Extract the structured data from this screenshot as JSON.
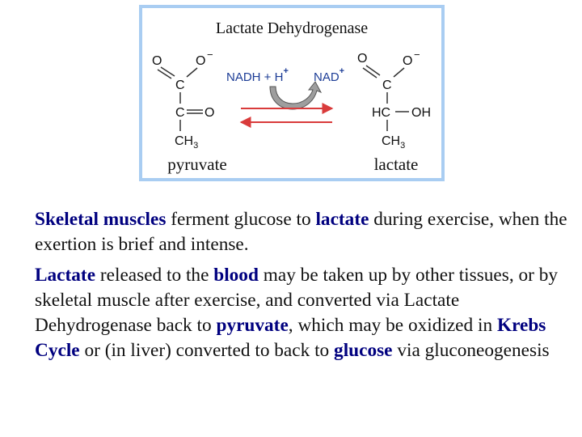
{
  "figure": {
    "title": "Lactate Dehydrogenase",
    "colors": {
      "border": "#a9cdf2",
      "label_blue": "#1c3c96",
      "forward_arrow": "#d93b3b",
      "reverse_arrow": "#d93b3b",
      "curved_arrow": "#8c8c8c"
    },
    "pyruvate": {
      "name": "pyruvate",
      "carboxyl_o1": "O",
      "carboxyl_o2": "O",
      "carboxyl_charge": "−",
      "c1": "C",
      "c2": "C",
      "ketone_o": "O",
      "ch3": "CH",
      "ch3_sub": "3"
    },
    "lactate": {
      "name": "lactate",
      "carboxyl_o1": "O",
      "carboxyl_o2": "O",
      "carboxyl_charge": "−",
      "c1": "C",
      "hc": "HC",
      "oh": "OH",
      "ch3": "CH",
      "ch3_sub": "3"
    },
    "cofactors": {
      "nadh": "NADH + H",
      "nadh_sup": "+",
      "nad": "NAD",
      "nad_sup": "+"
    }
  },
  "paragraphs": [
    [
      {
        "text": "Skeletal muscles",
        "highlight": true
      },
      {
        "text": " ferment glucose to ",
        "highlight": false
      },
      {
        "text": "lactate",
        "highlight": true
      },
      {
        "text": " during exercise, when the exertion is brief and intense.",
        "highlight": false
      }
    ],
    [
      {
        "text": "Lactate",
        "highlight": true
      },
      {
        "text": " released to the ",
        "highlight": false
      },
      {
        "text": "blood",
        "highlight": true
      },
      {
        "text": " may be taken up by other tissues, or by skeletal muscle after exercise, and converted via Lactate Dehydrogenase back to ",
        "highlight": false
      },
      {
        "text": "pyruvate",
        "highlight": true
      },
      {
        "text": ", which may be oxidized in ",
        "highlight": false
      },
      {
        "text": "Krebs Cycle",
        "highlight": true
      },
      {
        "text": " or (in liver) converted to back to ",
        "highlight": false
      },
      {
        "text": "glucose",
        "highlight": true
      },
      {
        "text": " via gluconeogenesis",
        "highlight": false
      }
    ]
  ]
}
